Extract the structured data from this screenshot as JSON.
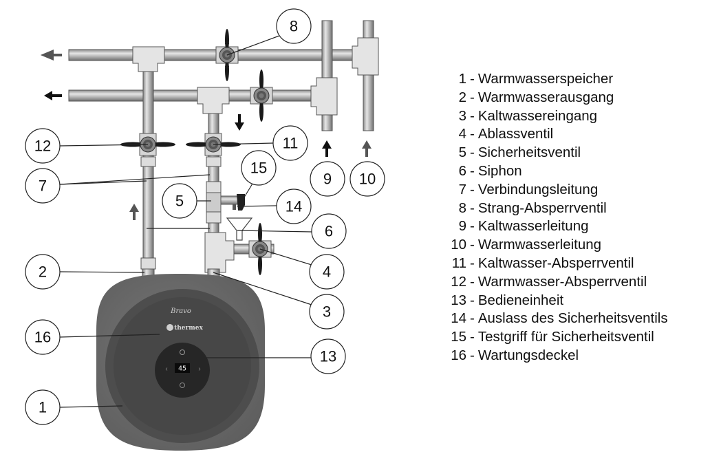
{
  "diagram": {
    "brand": "thermex",
    "signature": "Bravo",
    "display_value": "45",
    "colors": {
      "tank_outer": "#6b6b6b",
      "tank_ring": "#4a4a4a",
      "tank_center": "#2a2a2a",
      "pipe": "#b4b4b4",
      "fitting": "#e2e2e2",
      "handle": "#1a1a1a",
      "cold_arrow": "#111111",
      "hot_arrow": "#555555"
    },
    "callouts": [
      "1",
      "2",
      "3",
      "4",
      "5",
      "6",
      "7",
      "8",
      "9",
      "10",
      "11",
      "12",
      "13",
      "14",
      "15",
      "16"
    ]
  },
  "legend": [
    {
      "num": "1",
      "label": "Warmwasserspeicher"
    },
    {
      "num": "2",
      "label": "Warmwasserausgang"
    },
    {
      "num": "3",
      "label": "Kaltwassereingang"
    },
    {
      "num": "4",
      "label": "Ablassventil"
    },
    {
      "num": "5",
      "label": "Sicherheitsventil"
    },
    {
      "num": "6",
      "label": "Siphon"
    },
    {
      "num": "7",
      "label": "Verbindungsleitung"
    },
    {
      "num": "8",
      "label": "Strang-Absperrventil"
    },
    {
      "num": "9",
      "label": "Kaltwasserleitung"
    },
    {
      "num": "10",
      "label": "Warmwasserleitung"
    },
    {
      "num": "11",
      "label": "Kaltwasser-Absperrventil"
    },
    {
      "num": "12",
      "label": "Warmwasser-Absperrventil"
    },
    {
      "num": "13",
      "label": "Bedieneinheit"
    },
    {
      "num": "14",
      "label": "Auslass des Sicherheitsventils"
    },
    {
      "num": "15",
      "label": "Testgriff für Sicherheitsventil"
    },
    {
      "num": "16",
      "label": "Wartungsdeckel"
    }
  ]
}
